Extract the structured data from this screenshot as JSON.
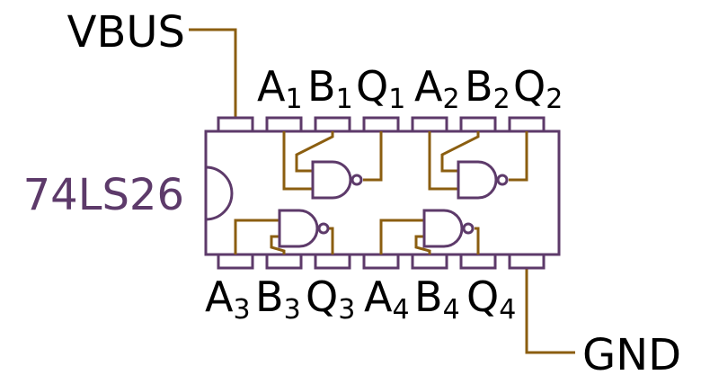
{
  "chip": {
    "name": "74LS26",
    "body_color": "#5d3a6a",
    "wire_color": "#8b5e10"
  },
  "power": {
    "vcc_label": "VBUS",
    "gnd_label": "GND"
  },
  "top_pins": [
    {
      "letter": "A",
      "sub": "1"
    },
    {
      "letter": "B",
      "sub": "1"
    },
    {
      "letter": "Q",
      "sub": "1"
    },
    {
      "letter": "A",
      "sub": "2"
    },
    {
      "letter": "B",
      "sub": "2"
    },
    {
      "letter": "Q",
      "sub": "2"
    }
  ],
  "bottom_pins": [
    {
      "letter": "A",
      "sub": "3"
    },
    {
      "letter": "B",
      "sub": "3"
    },
    {
      "letter": "Q",
      "sub": "3"
    },
    {
      "letter": "A",
      "sub": "4"
    },
    {
      "letter": "B",
      "sub": "4"
    },
    {
      "letter": "Q",
      "sub": "4"
    }
  ]
}
